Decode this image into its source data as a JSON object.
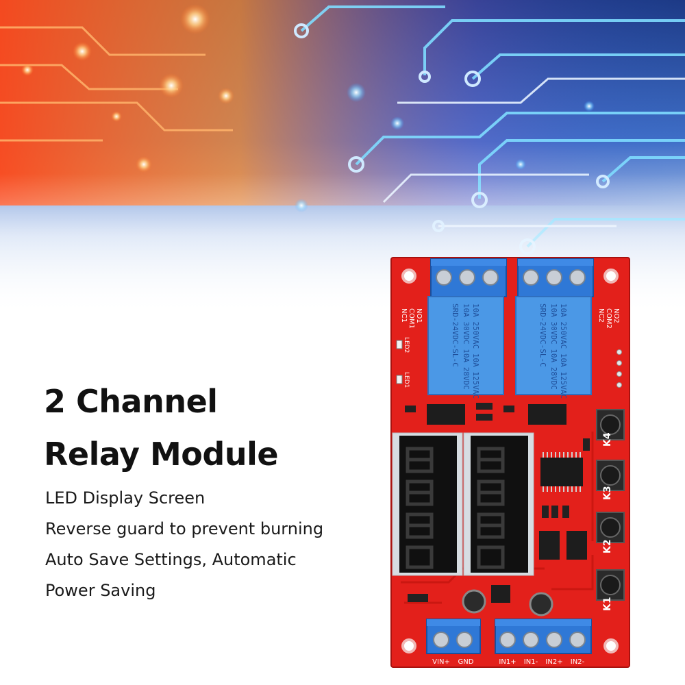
{
  "product": {
    "title_lines": [
      "2 Channel",
      "Relay Module"
    ],
    "features": [
      "LED Display Screen",
      "Reverse guard to prevent burning",
      "Auto Save Settings, Automatic",
      "Power Saving"
    ]
  },
  "board": {
    "relays": [
      {
        "name": "relay-1",
        "lines": [
          "10A 250VAC  10A 125VAC",
          "10A  30VDC  10A  28VDC",
          "SRD-24VDC-SL-C"
        ]
      },
      {
        "name": "relay-2",
        "lines": [
          "10A 250VAC  10A 125VAC",
          "10A  30VDC  10A  28VDC",
          "SRD-24VDC-SL-C"
        ]
      }
    ],
    "relay1_pins": [
      "NC1",
      "COM1",
      "NO1"
    ],
    "relay2_pins": [
      "NC2",
      "COM2",
      "NO2"
    ],
    "led_labels": [
      "LED2",
      "LED1"
    ],
    "button_labels": [
      "K4",
      "K3",
      "K2",
      "K1"
    ],
    "power_terminals": [
      "VIN+",
      "GND"
    ],
    "input_terminals": [
      "IN1+",
      "IN1-",
      "IN2+",
      "IN2-"
    ]
  },
  "colors": {
    "pcb": "#e3201b",
    "pcb_dark": "#b91411",
    "terminal": "#2f78d6",
    "relay": "#4b98e6",
    "display": "#d7dde2",
    "text": "#111111"
  }
}
